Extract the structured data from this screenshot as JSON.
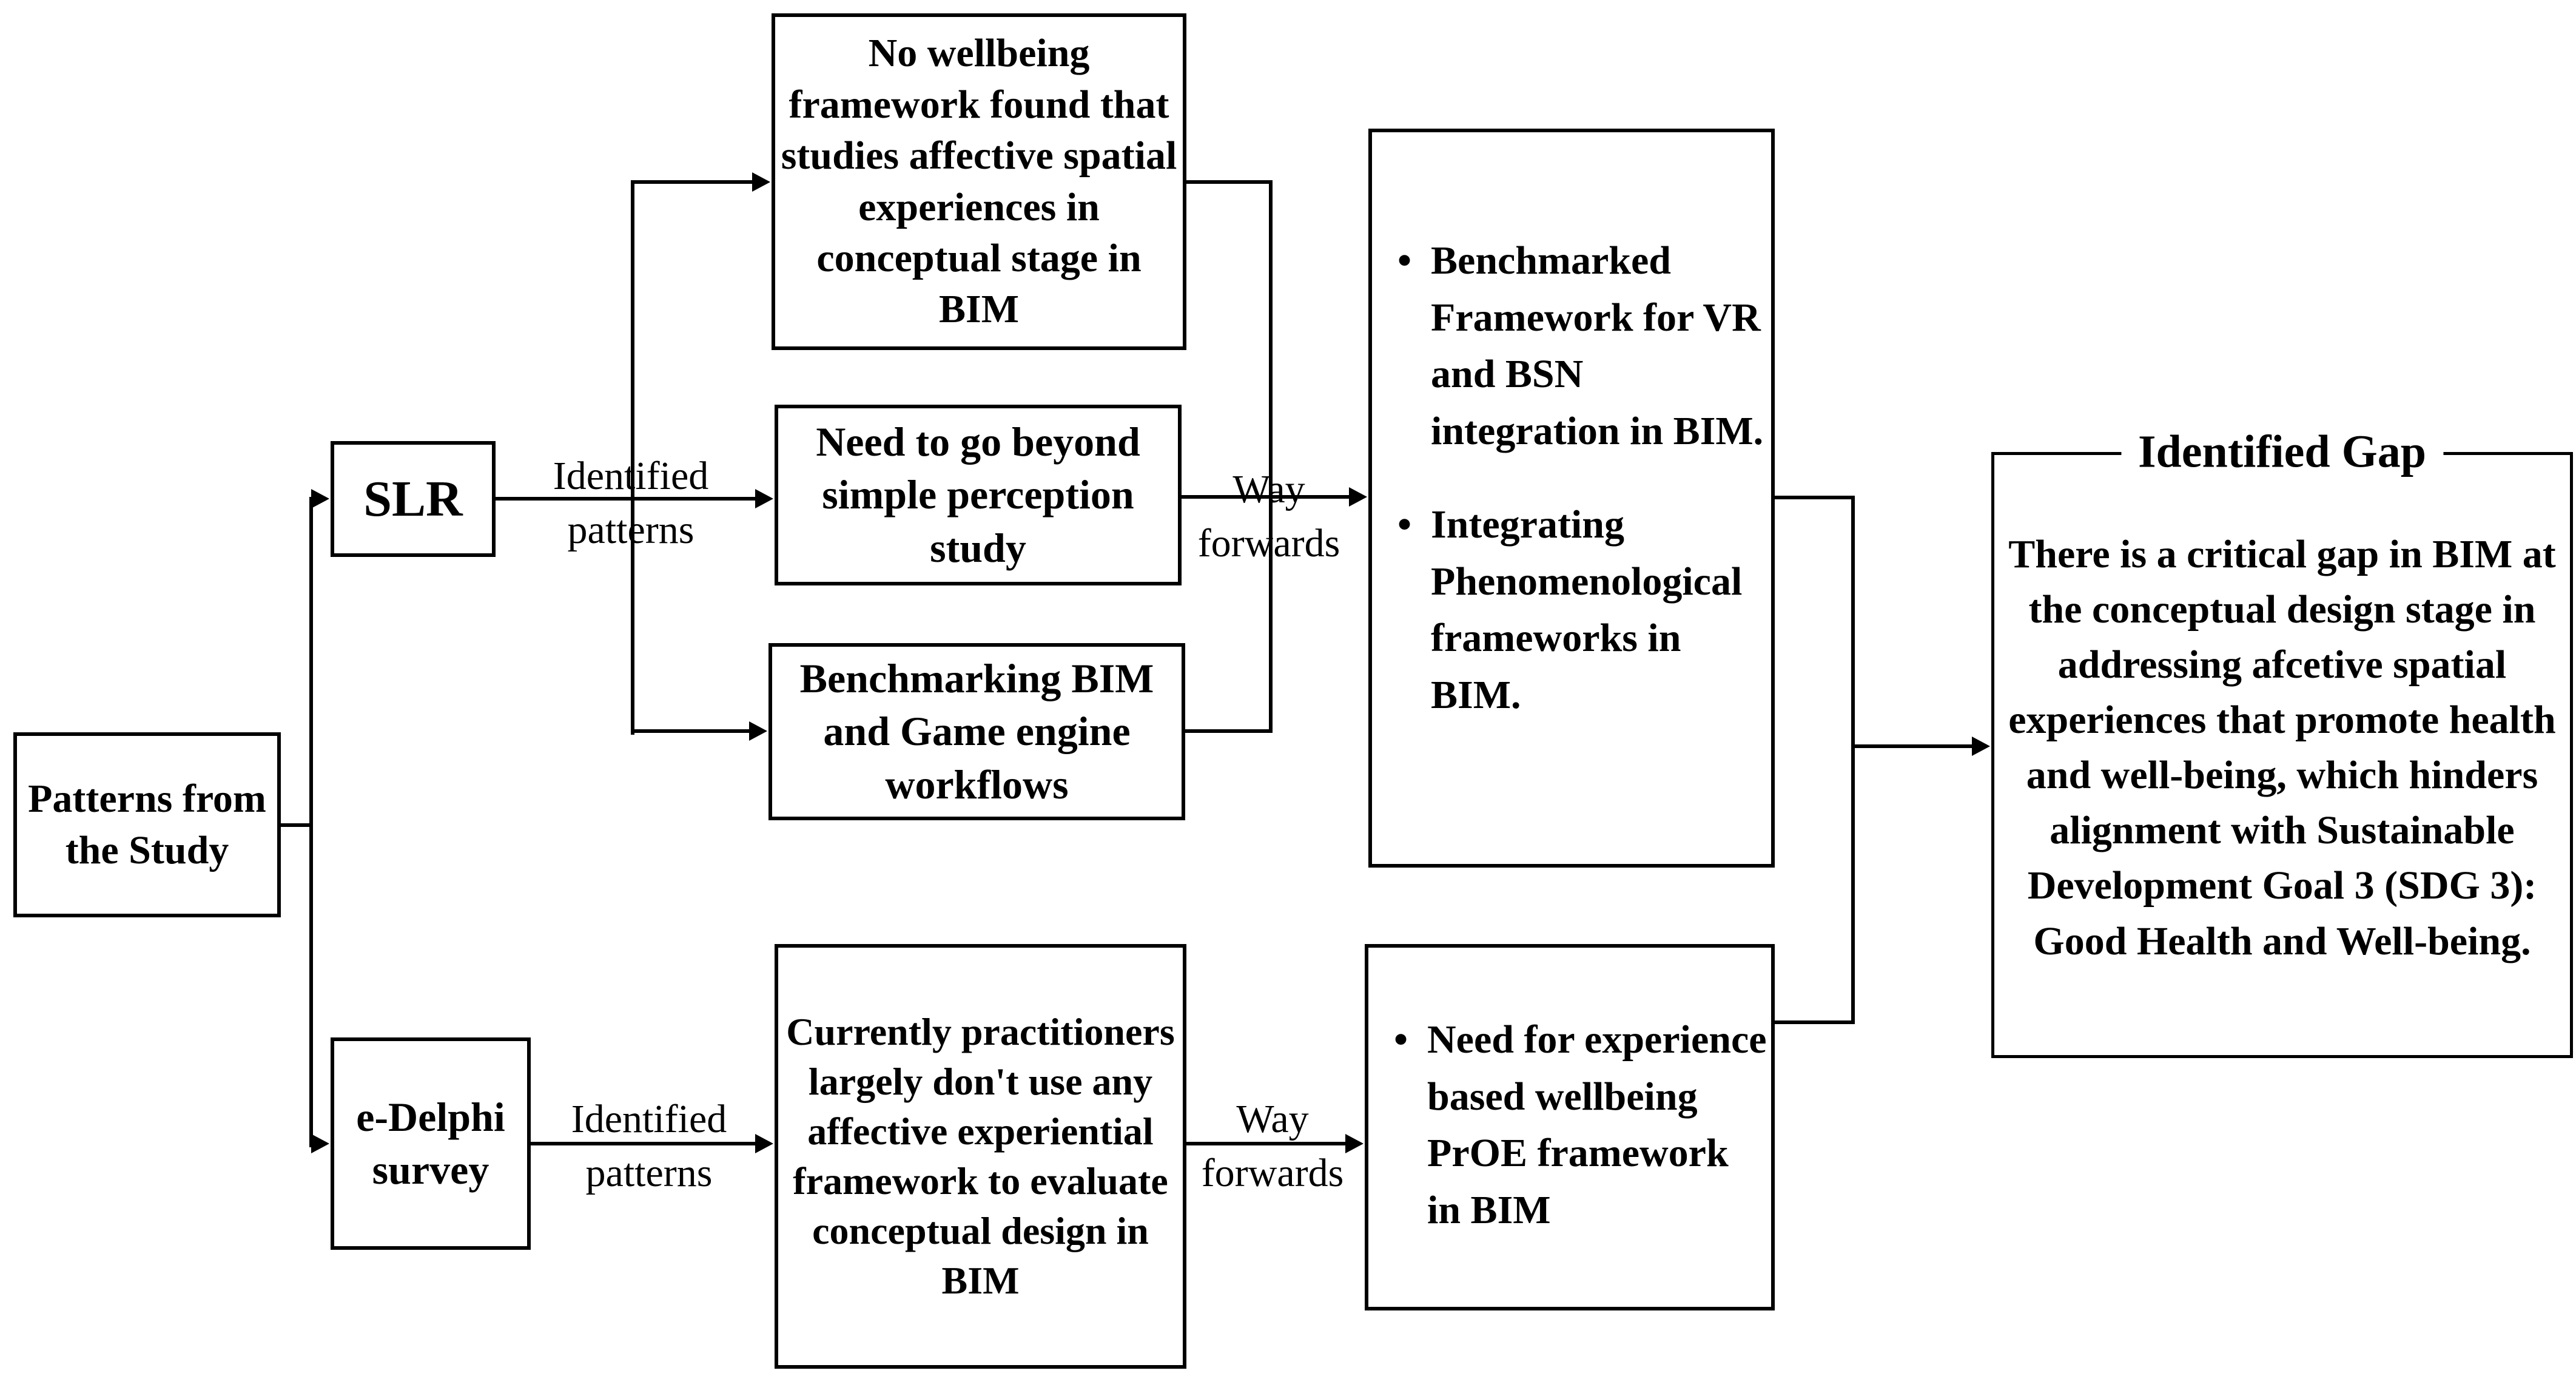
{
  "diagram": {
    "colors": {
      "line": "#000000",
      "background": "#ffffff",
      "text": "#000000"
    },
    "source_box": {
      "label": "Patterns from the Study"
    },
    "methods": {
      "slr_box": {
        "label": "SLR"
      },
      "edelphi_box": {
        "label": "e-Delphi survey"
      }
    },
    "connector_labels": {
      "identified_patterns_top": "Identified patterns",
      "identified_patterns_bottom": "Identified patterns",
      "way_forwards_top": "Way forwards",
      "way_forwards_bottom": "Way forwards"
    },
    "slr_findings": {
      "no_wellbeing_box": "No wellbeing framework found that studies affective spatial experiences in conceptual stage in BIM",
      "beyond_perception_box": "Need to go beyond simple perception study",
      "benchmarking_box": "Benchmarking BIM and Game engine workflows"
    },
    "slr_way_forwards": {
      "bullets": [
        "Benchmarked Framework for VR and BSN integration in BIM.",
        "Integrating Phenomenological frameworks in BIM."
      ]
    },
    "edelphi_findings": {
      "practitioners_box": "Currently practitioners largely don't use any affective experiential framework to evaluate conceptual design in BIM"
    },
    "edelphi_way_forwards": {
      "bullets": [
        "Need for experience based wellbeing PrOE framework in BIM"
      ]
    },
    "gap_box": {
      "title": "Identified Gap",
      "text": "There is a critical gap in BIM at the conceptual design stage in addressing afcetive spatial experiences that promote health and well-being, which hinders alignment with Sustainable Development Goal 3 (SDG 3): Good Health and Well-being."
    }
  }
}
